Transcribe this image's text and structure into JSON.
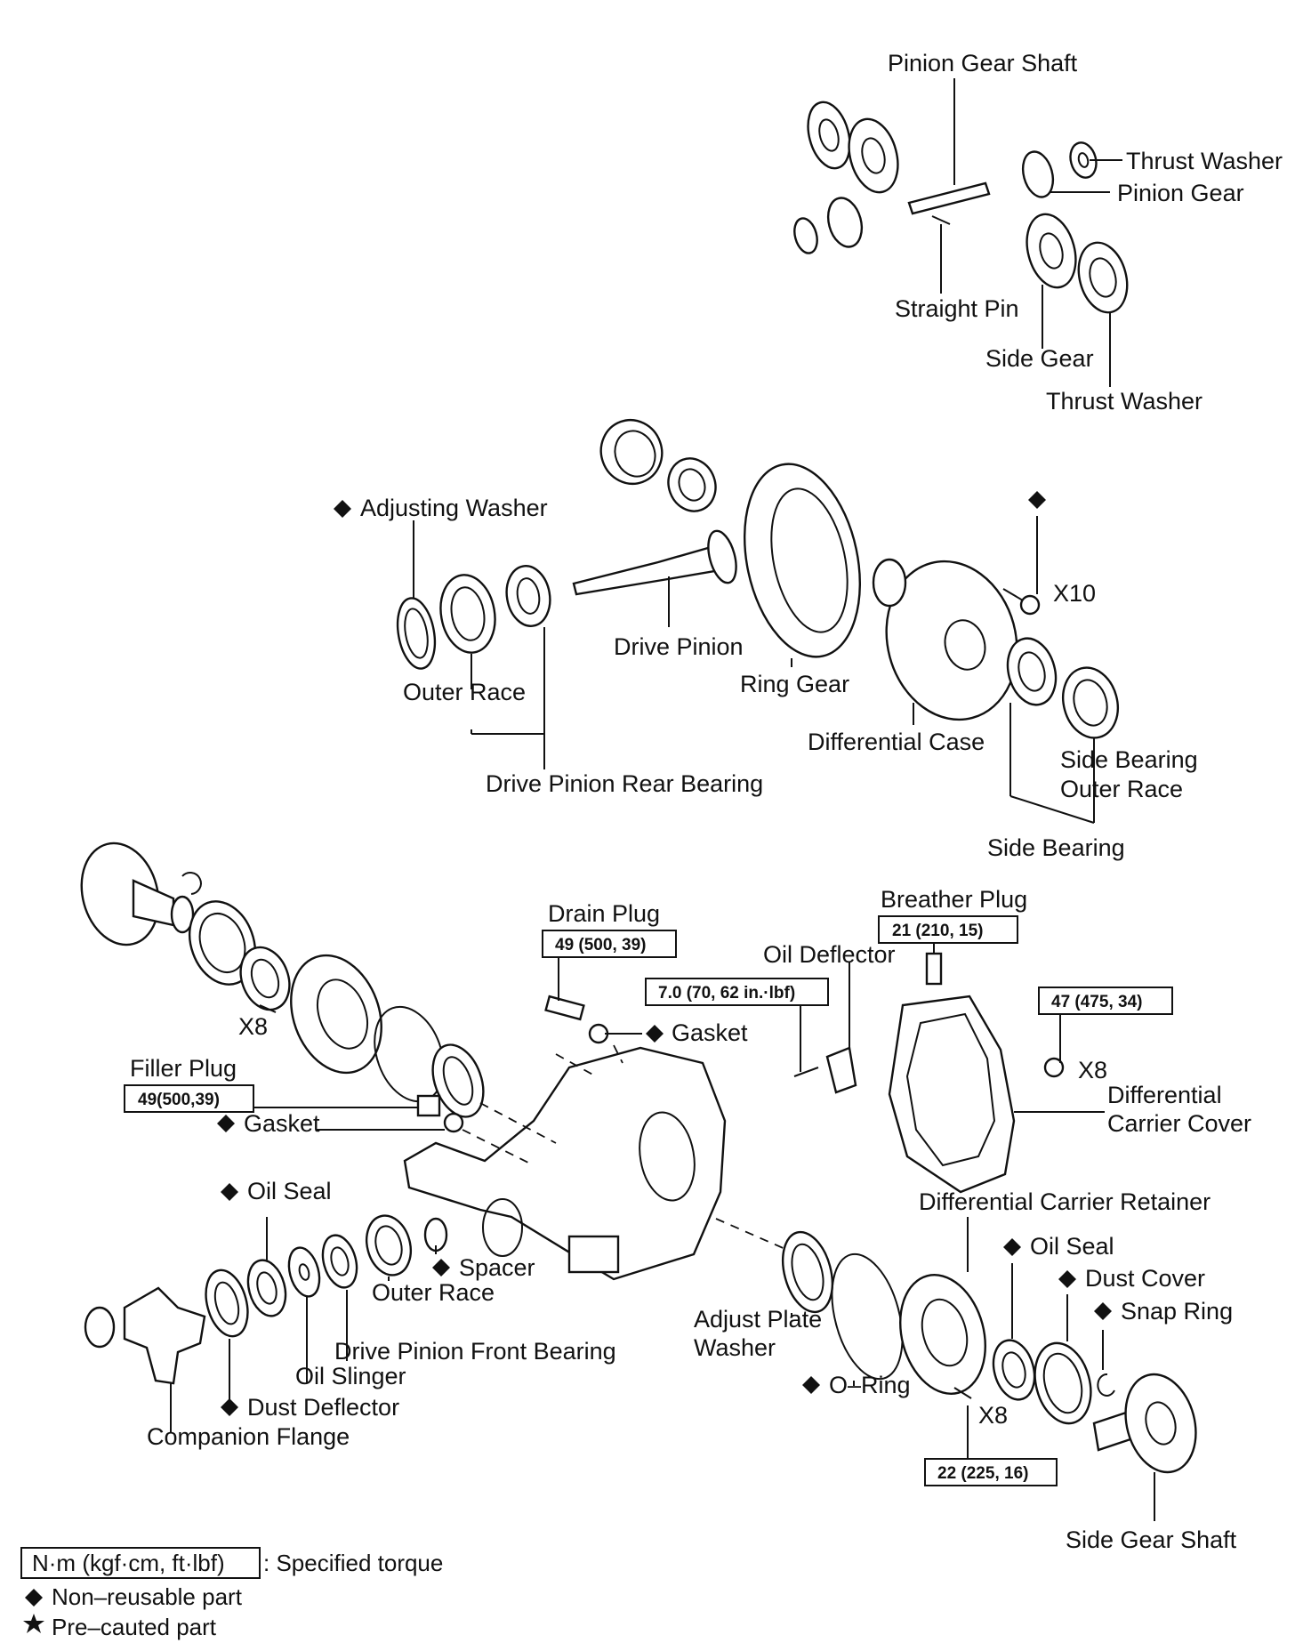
{
  "labels": {
    "pinion_gear_shaft": "Pinion Gear Shaft",
    "thrust_washer_top": "Thrust Washer",
    "pinion_gear": "Pinion Gear",
    "straight_pin": "Straight Pin",
    "side_gear": "Side Gear",
    "thrust_washer_lower": "Thrust Washer",
    "adjusting_washer": "Adjusting Washer",
    "drive_pinion": "Drive Pinion",
    "ring_gear": "Ring Gear",
    "outer_race_rear": "Outer Race",
    "differential_case": "Differential Case",
    "drive_pinion_rear_bearing": "Drive Pinion Rear Bearing",
    "side_bearing_outer_race": "Side Bearing\nOuter Race",
    "side_bearing": "Side Bearing",
    "x10": "X10",
    "drain_plug": "Drain Plug",
    "breather_plug": "Breather Plug",
    "oil_deflector": "Oil Deflector",
    "gasket_drain": "Gasket",
    "x8_left": "X8",
    "x8_cover": "X8",
    "filler_plug": "Filler Plug",
    "gasket_filler": "Gasket",
    "differential_carrier_cover": "Differential\nCarrier Cover",
    "oil_seal_front": "Oil Seal",
    "spacer": "Spacer",
    "outer_race_front": "Outer Race",
    "differential_carrier_retainer": "Differential Carrier Retainer",
    "oil_seal_side": "Oil Seal",
    "dust_cover": "Dust Cover",
    "snap_ring": "Snap Ring",
    "drive_pinion_front_bearing": "Drive Pinion Front Bearing",
    "oil_slinger": "Oil Slinger",
    "adjust_plate_washer": "Adjust  Plate\nWasher",
    "o_ring": "O–Ring",
    "x8_retainer": "X8",
    "dust_deflector": "Dust Deflector",
    "companion_flange": "Companion Flange",
    "side_gear_shaft": "Side Gear Shaft"
  },
  "torques": {
    "drain_plug": "49 (500, 39)",
    "breather_plug": "21 (210, 15)",
    "oil_deflector": "7.0 (70, 62 in.·lbf)",
    "cover_bolts": "47 (475, 34)",
    "filler_plug": "49(500,39)",
    "retainer_bolts": "22 (225, 16)"
  },
  "legend": {
    "torque_box": "N·m (kgf·cm, ft·lbf)",
    "torque_desc": ": Specified torque",
    "non_reusable": "Non–reusable part",
    "pre_coated": "Pre–cauted part"
  },
  "symbols": {
    "non_reusable": "diamond-icon",
    "pre_coated": "star-icon"
  },
  "colors": {
    "ink": "#111111",
    "paper": "#ffffff"
  }
}
